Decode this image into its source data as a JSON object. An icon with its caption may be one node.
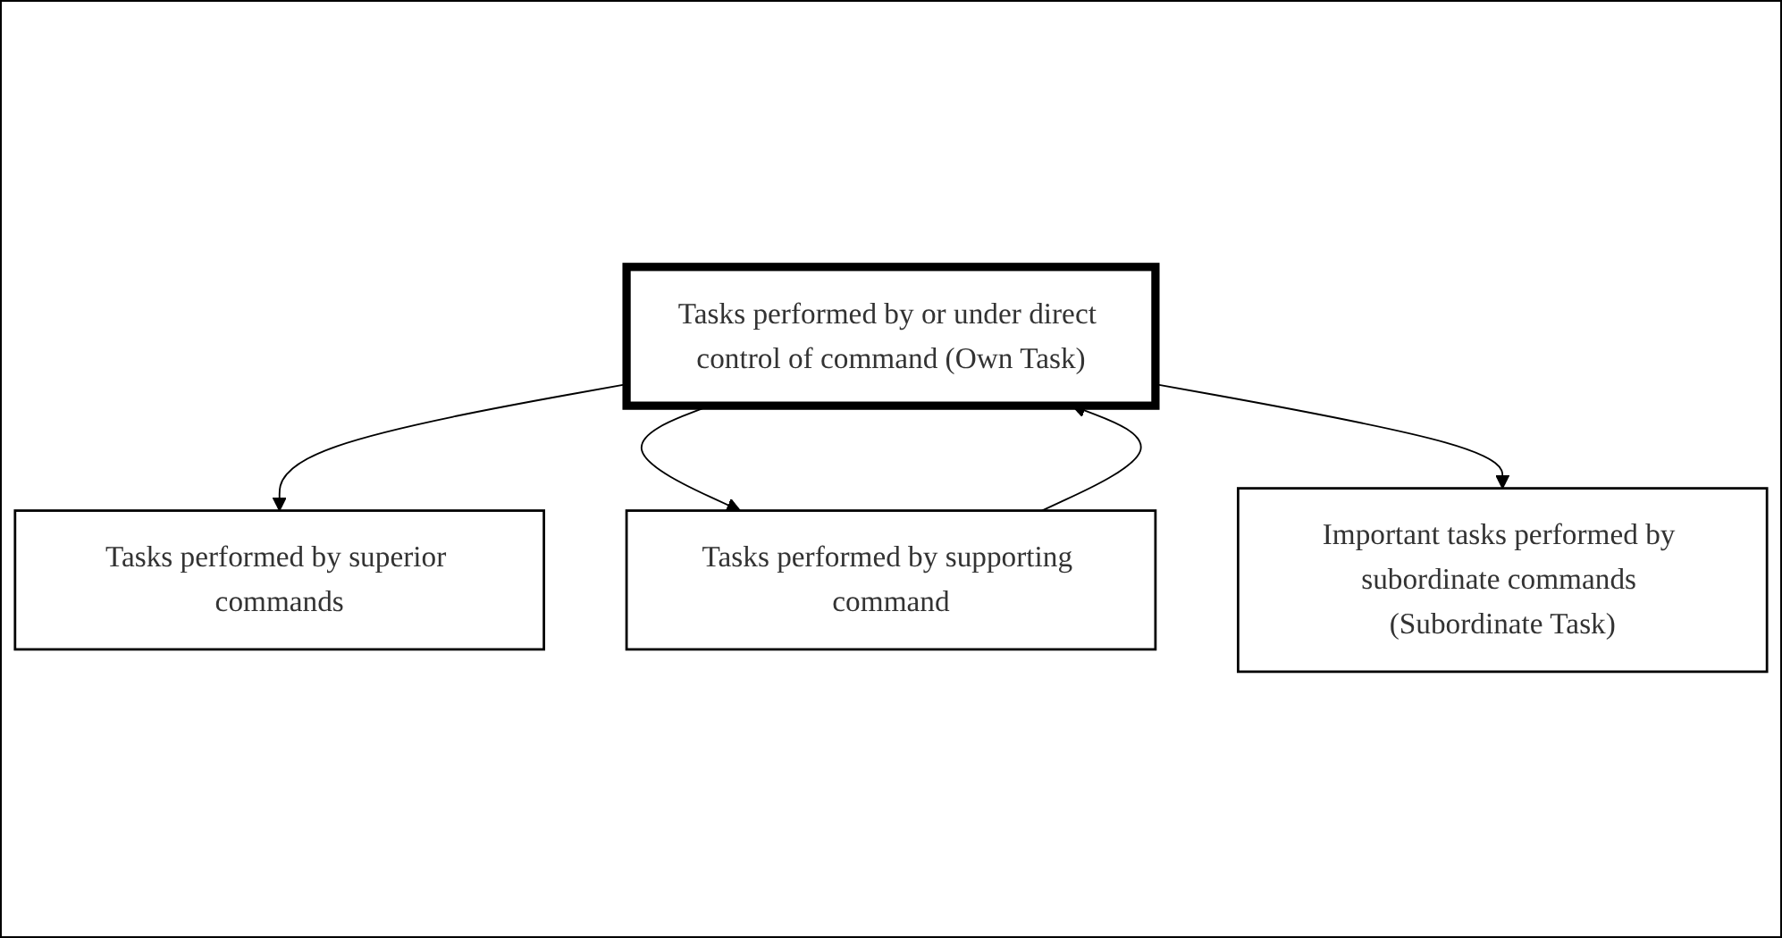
{
  "diagram": {
    "nodes": [
      {
        "text": [
          "Tasks performed by superior commands"
        ]
      },
      {
        "text": [
          "Tasks performed by or under direct control of command (Own Task)"
        ]
      },
      {
        "text": [
          "Tasks performed by supporting command"
        ]
      },
      {
        "text": [
          "Important tasks performed by subordinate commands (Subordinate Task)"
        ]
      }
    ],
    "edges": [
      {
        "from": 1,
        "to": 0,
        "arrow": "to"
      },
      {
        "from": 1,
        "to": 2,
        "arrow": "to"
      },
      {
        "from": 2,
        "to": 1,
        "arrow": "to"
      },
      {
        "from": 1,
        "to": 3,
        "arrow": "to"
      }
    ]
  }
}
